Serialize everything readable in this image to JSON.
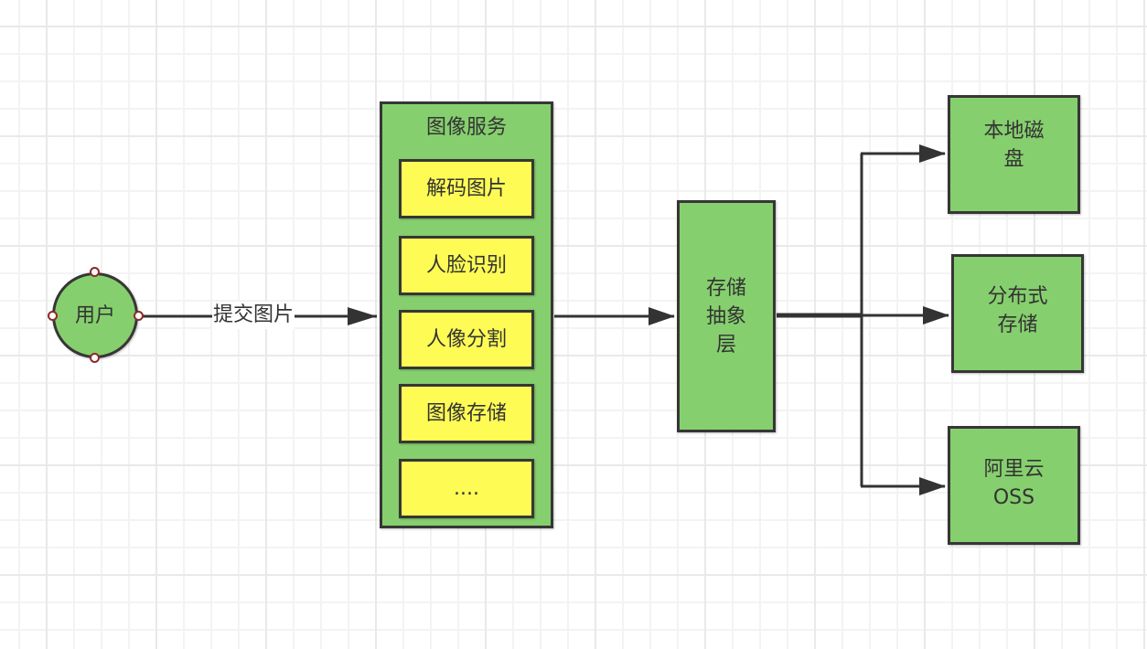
{
  "colors": {
    "node_fill": "#86cf6e",
    "subnode_fill": "#fefb55",
    "stroke": "#363636",
    "handle": "#8b2a2a"
  },
  "nodes": {
    "user": {
      "label": "用户"
    },
    "image_service": {
      "title": "图像服务",
      "items": [
        {
          "label": "解码图片"
        },
        {
          "label": "人脸识别"
        },
        {
          "label": "人像分割"
        },
        {
          "label": "图像存储"
        },
        {
          "label": "...."
        }
      ]
    },
    "storage_abstraction": {
      "label_lines": [
        "存储",
        "抽象",
        "层"
      ]
    },
    "backends": [
      {
        "label_lines": [
          "本地磁",
          "盘"
        ]
      },
      {
        "label_lines": [
          "分布式",
          "存储"
        ]
      },
      {
        "label_lines": [
          "阿里云",
          "OSS"
        ]
      }
    ]
  },
  "edges": {
    "user_to_service": {
      "label": "提交图片"
    }
  }
}
